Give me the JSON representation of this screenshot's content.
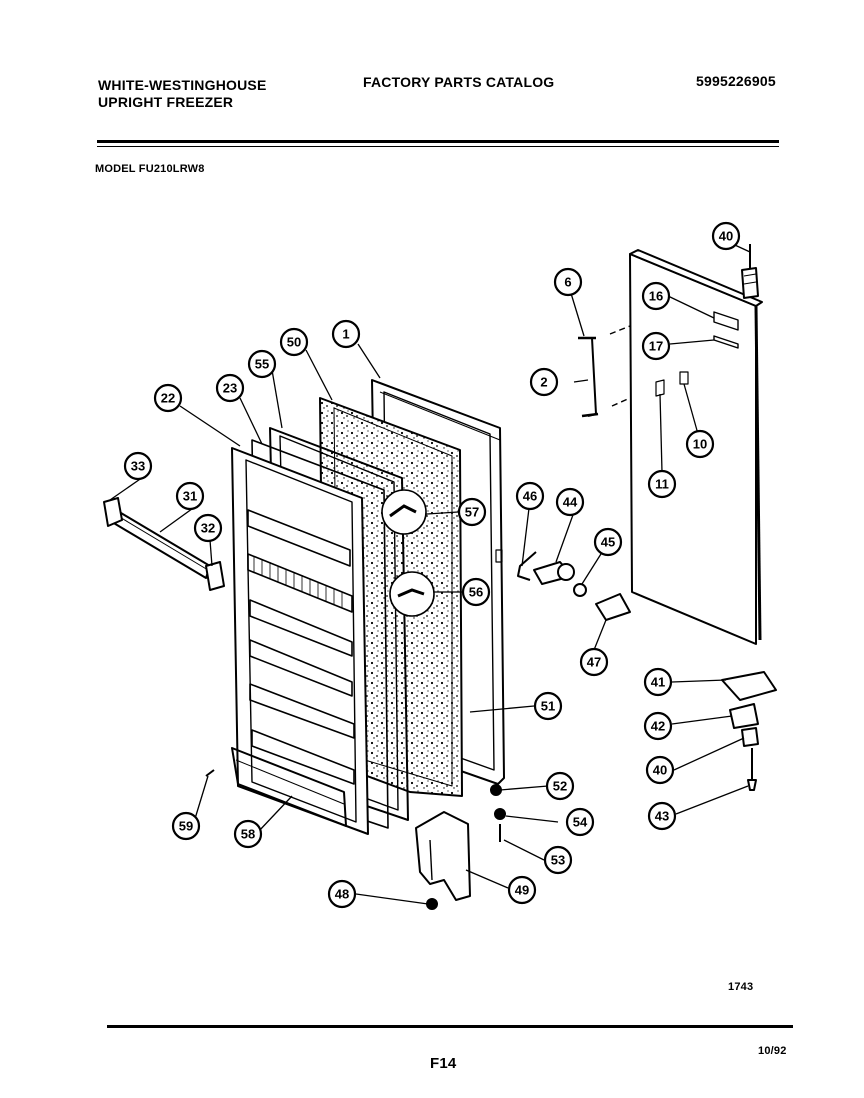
{
  "header": {
    "brand_line1": "WHITE-WESTINGHOUSE",
    "brand_line2": "UPRIGHT FREEZER",
    "catalog_title": "FACTORY PARTS CATALOG",
    "catalog_number": "5995226905",
    "model_label": "MODEL FU210LRW8"
  },
  "footer": {
    "drawing_number": "1743",
    "page_code": "F14",
    "date": "10/92"
  },
  "callouts": [
    "1",
    "2",
    "6",
    "10",
    "11",
    "16",
    "17",
    "22",
    "23",
    "31",
    "32",
    "33",
    "40",
    "40",
    "41",
    "42",
    "43",
    "44",
    "45",
    "46",
    "47",
    "48",
    "49",
    "50",
    "51",
    "52",
    "53",
    "54",
    "55",
    "56",
    "57",
    "58",
    "59"
  ]
}
